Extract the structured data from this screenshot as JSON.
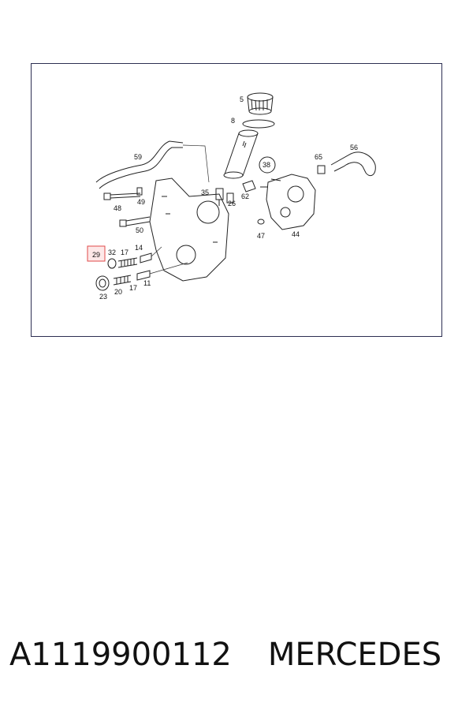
{
  "diagram": {
    "highlight_color": "#e04a4a",
    "frame_color": "#2d2f52",
    "labels": {
      "p5": "5",
      "p8": "8",
      "p59": "59",
      "p38": "38",
      "p65": "65",
      "p56": "56",
      "p35": "35",
      "p62": "62",
      "p26": "26",
      "p48": "48",
      "p49": "49",
      "p50": "50",
      "p44": "44",
      "p47": "47",
      "p29": "29",
      "p32": "32",
      "p17a": "17",
      "p14": "14",
      "p11": "11",
      "p23": "23",
      "p20": "20",
      "p17b": "17"
    },
    "highlighted_part": "29"
  },
  "caption": {
    "part_number": "A1119900112",
    "brand": "MERCEDES"
  }
}
